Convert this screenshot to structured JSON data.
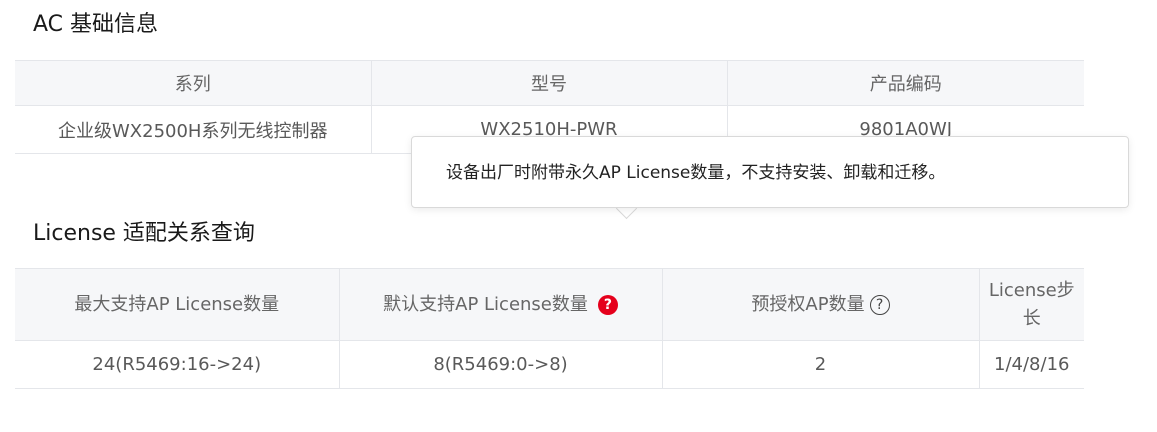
{
  "basic_info": {
    "title": "AC 基础信息",
    "headers": [
      "系列",
      "型号",
      "产品编码"
    ],
    "row": [
      "企业级WX2500H系列无线控制器",
      "WX2510H-PWR",
      "9801A0WJ"
    ]
  },
  "tooltip": {
    "text": "设备出厂时附带永久AP License数量，不支持安装、卸载和迁移。"
  },
  "license_info": {
    "title": "License 适配关系查询",
    "headers": {
      "max_ap": "最大支持AP License数量",
      "default_ap": "默认支持AP License数量",
      "preauth_ap": "预授权AP数量",
      "step_line1": "License步",
      "step_line2": "长"
    },
    "help_icon_label": "?",
    "row": [
      "24(R5469:16->24)",
      "8(R5469:0->8)",
      "2",
      "1/4/8/16"
    ]
  },
  "colors": {
    "help_badge": "#e5001c",
    "header_bg": "#f6f7f9",
    "border": "#e4e6ea"
  }
}
